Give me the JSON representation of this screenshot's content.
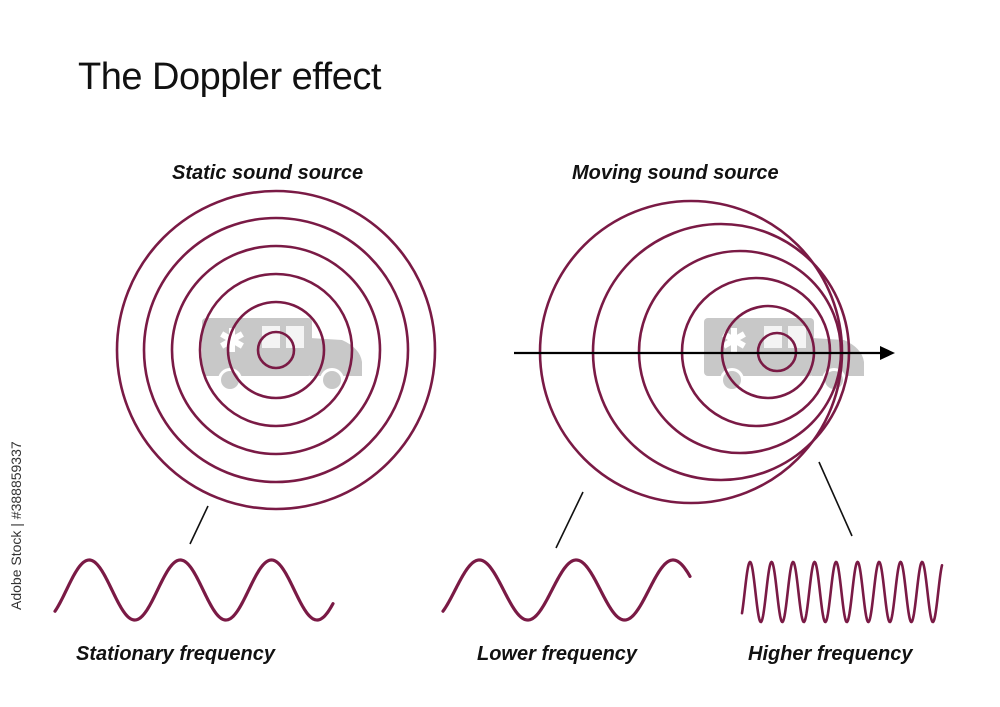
{
  "title": "The Doppler effect",
  "panels": {
    "static": {
      "label": "Static sound source",
      "wave_label": "Stationary frequency"
    },
    "moving": {
      "label": "Moving sound source",
      "wave_label_low": "Lower frequency",
      "wave_label_high": "Higher frequency"
    }
  },
  "stock_id": "Adobe Stock | #388859337",
  "colors": {
    "wave": "#7a1a45",
    "vehicle": "#c8c8c8",
    "text": "#111111",
    "arrow": "#000000"
  },
  "icons": [
    "ambulance-icon",
    "direction-arrow-icon"
  ]
}
